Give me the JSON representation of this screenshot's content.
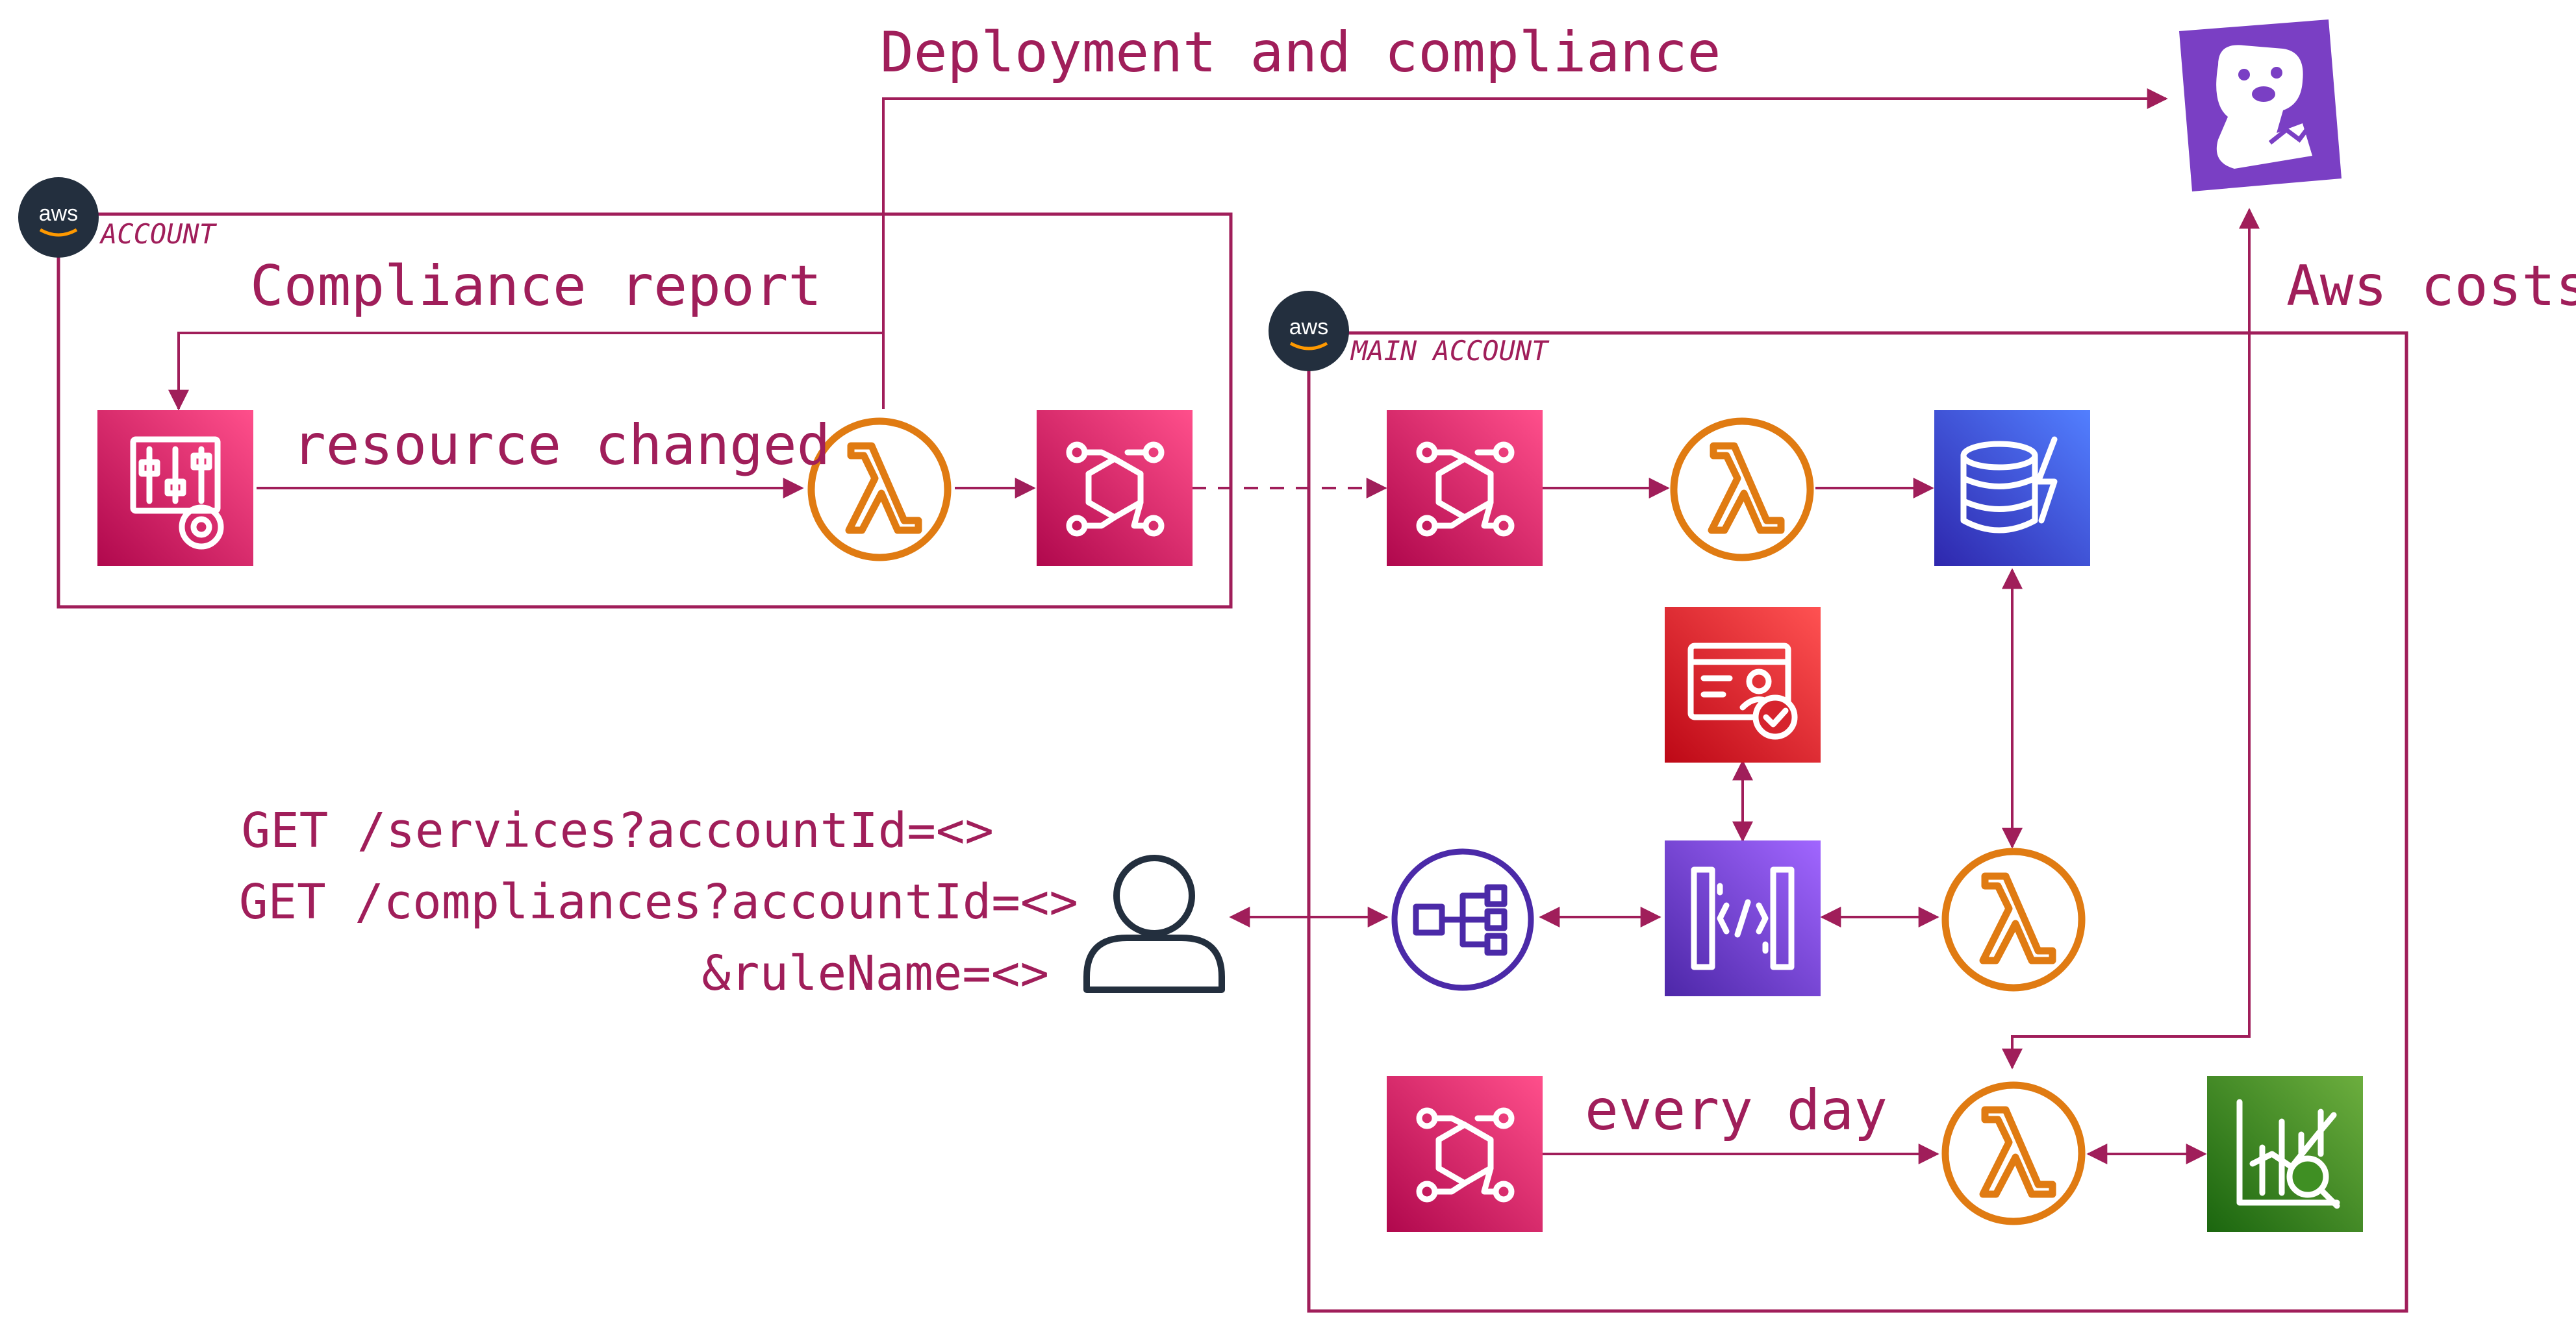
{
  "labels": {
    "deployment": "Deployment and compliance",
    "compliance_report": "Compliance report",
    "resource_changed": "resource changed",
    "aws_costs": "Aws costs",
    "every_day": "every day",
    "api_line1": "GET /services?accountId=<>",
    "api_line2": "GET /compliances?accountId=<>",
    "api_line3": "&ruleName=<>"
  },
  "groups": {
    "account": {
      "title": "ACCOUNT",
      "badge": "aws"
    },
    "main_account": {
      "title": "MAIN ACCOUNT",
      "badge": "aws"
    }
  },
  "colors": {
    "connector": "#a01e5a",
    "pink_service": "#d6246a",
    "lambda": "#e07b12",
    "dynamodb": "#3b48cc",
    "api_gateway": "#7b3fe4",
    "security": "#d6242d",
    "analytics": "#3f8f23",
    "datadog": "#7a3fc4",
    "aws_badge": "#232f3e"
  },
  "icons": [
    "aws-config-icon",
    "lambda-icon",
    "eventbridge-icon",
    "dynamodb-icon",
    "cognito-icon",
    "api-gateway-icon",
    "load-balancer-icon",
    "user-icon",
    "cost-explorer-icon",
    "datadog-logo-icon"
  ]
}
